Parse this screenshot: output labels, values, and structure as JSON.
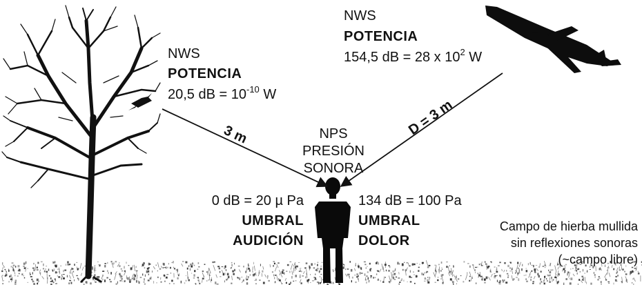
{
  "bird_source": {
    "tag": "NWS",
    "label": "POTENCIA",
    "value_prefix": "20,5 dB = 10",
    "value_exp": "-10",
    "value_unit": " W",
    "distance": "3 m"
  },
  "plane_source": {
    "tag": "NWS",
    "label": "POTENCIA",
    "value_prefix": "154,5 dB = 28 x 10",
    "value_exp": "2",
    "value_unit": " W",
    "distance": "D = 3 m"
  },
  "listener": {
    "lines": [
      "NPS",
      "PRESIÓN",
      "SONORA"
    ]
  },
  "threshold_hearing": {
    "value": "0 dB = 20 µ Pa",
    "line1": "UMBRAL",
    "line2": "AUDICIÓN"
  },
  "threshold_pain": {
    "value": "134 dB = 100 Pa",
    "line1": "UMBRAL",
    "line2": "DOLOR"
  },
  "field_note": {
    "lines": [
      "Campo de hierba mullida",
      "sin reflexiones sonoras",
      "(~campo libre)"
    ]
  },
  "icons": [
    "tree-icon",
    "bird-icon",
    "airplane-icon",
    "person-icon",
    "grass-texture"
  ],
  "colors": {
    "ink": "#111111",
    "background": "#ffffff"
  }
}
